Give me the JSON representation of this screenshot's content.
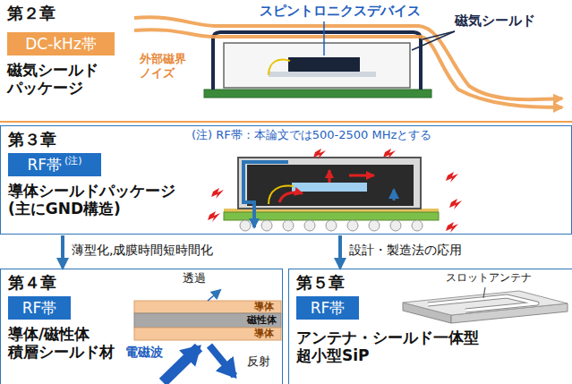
{
  "diagram": {
    "nodes": [
      {
        "text": [
          "第２章",
          "磁気シールド パッケージ"
        ]
      },
      {
        "text": [
          "DC-kHz帯"
        ],
        "in": 0
      },
      {
        "text": [
          "第３章",
          "導体シールドパッケージ (主にGND構造)"
        ]
      },
      {
        "text": [
          "RF帯",
          "(注)"
        ],
        "in": 2
      },
      {
        "text": [
          "第４章",
          "導体/磁性体 積層シールド材"
        ]
      },
      {
        "text": [
          "RF帯"
        ],
        "in": 4
      },
      {
        "text": [
          "第５章",
          "アンテナ・シールド一体型 超小型SiP"
        ]
      },
      {
        "text": [
          "RF帯"
        ],
        "in": 6
      }
    ],
    "edges": [
      {
        "from": 2,
        "to": 4,
        "arrow": "to",
        "label": "薄型化,成膜時間短時間化"
      },
      {
        "from": 2,
        "to": 6,
        "arrow": "to",
        "label": "設計・製造法の応用"
      }
    ],
    "labels": [
      "スピントロニクスデバイス",
      "磁気シールド",
      "外部磁界 ノイズ",
      "(注) RF帯：本論文では500-2500 MHzとする",
      "透過",
      "導体",
      "磁性体",
      "導体",
      "電磁波",
      "反射",
      "スロットアンテナ"
    ]
  }
}
